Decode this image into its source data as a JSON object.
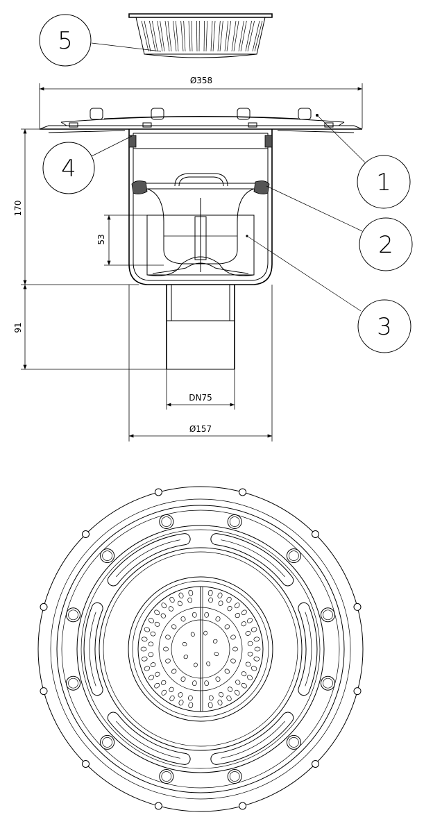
{
  "dimensions": {
    "top_diameter": "Ø358",
    "body_diameter": "Ø157",
    "outlet": "DN75",
    "total_height": "170",
    "outlet_height": "91",
    "trap_height": "53"
  },
  "callouts": [
    "1",
    "2",
    "3",
    "4",
    "5"
  ]
}
